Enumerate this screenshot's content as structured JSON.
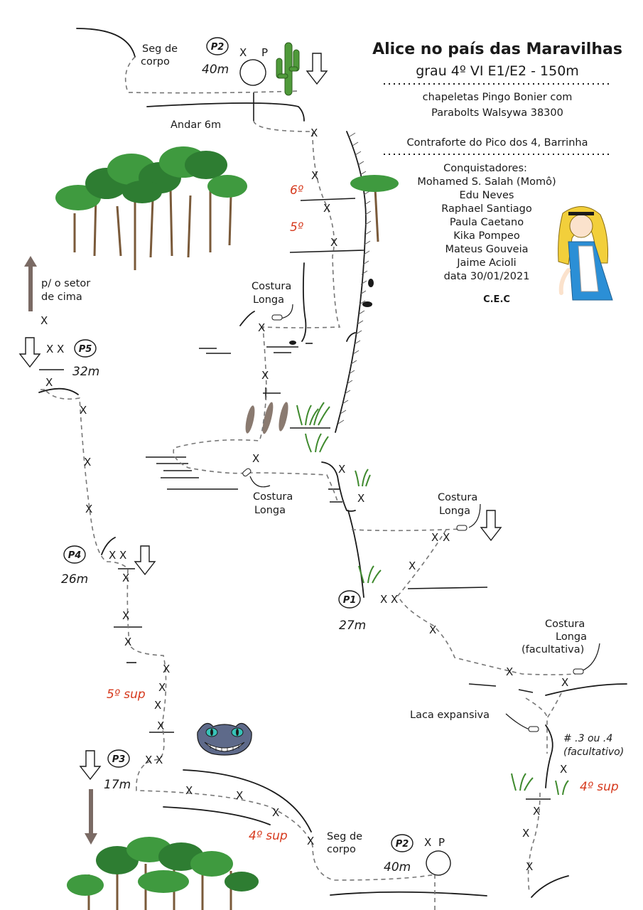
{
  "header": {
    "title": "Alice no país das Maravilhas",
    "grade_line": "grau 4º VI E1/E2 - 150m",
    "equipment_line1": "chapeletas Pingo Bonier com",
    "equipment_line2": "Parabolts Walsywa 38300",
    "location": "Contraforte do Pico dos 4, Barrinha",
    "conquerors_heading": "Conquistadores:",
    "conquerors": [
      "Mohamed S. Salah (Momô)",
      "Edu Neves",
      "Raphael Santiago",
      "Paula Caetano",
      "Kika Pompeo",
      "Mateus Gouveia",
      "Jaime Acioli"
    ],
    "date_label": "data 30/01/2021",
    "club": "C.E.C"
  },
  "labels": {
    "seg_corpo_top": [
      "Seg de",
      "corpo"
    ],
    "andar": "Andar 6m",
    "setor_cima": [
      "p/ o setor",
      "de cima"
    ],
    "costura_longa_1": [
      "Costura",
      "Longa"
    ],
    "costura_longa_2": [
      "Costura",
      "Longa"
    ],
    "costura_longa_3": [
      "Costura",
      "Longa"
    ],
    "costura_longa_fac": [
      "Costura",
      "Longa",
      "(facultativa)"
    ],
    "laca": "Laca expansiva",
    "cam_note": [
      "# .3 ou .4",
      "(facultativo)"
    ],
    "seg_corpo_bottom": [
      "Seg de",
      "corpo"
    ]
  },
  "grades": {
    "g6": "6º",
    "g5": "5º",
    "g5sup": "5º sup",
    "g4sup_a": "4º sup",
    "g4sup_b": "4º sup"
  },
  "stations": {
    "p2_top": {
      "name": "P2",
      "length": "40m"
    },
    "p5": {
      "name": "P5",
      "length": "32m"
    },
    "p4": {
      "name": "P4",
      "length": "26m"
    },
    "p3": {
      "name": "P3",
      "length": "17m"
    },
    "p1": {
      "name": "P1",
      "length": "27m"
    },
    "p2_bottom": {
      "name": "P2",
      "length": "40m"
    }
  },
  "markers": {
    "bolt": "X",
    "piton": "P"
  },
  "colors": {
    "grade_red": "#d63a1e",
    "route_gray": "#777777",
    "arrow_brown": "#7a6a64",
    "foliage_green": "#3f9a3f"
  }
}
